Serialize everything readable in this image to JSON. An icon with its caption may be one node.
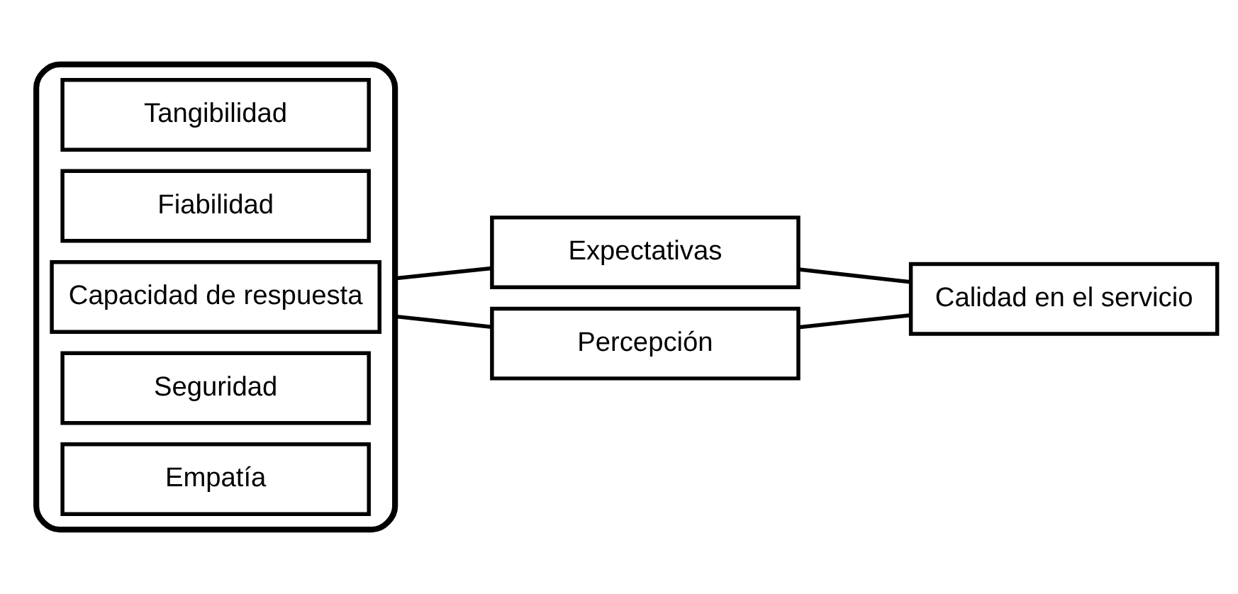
{
  "diagram": {
    "nodes": [
      {
        "text": [],
        "shape": "box"
      },
      {
        "text": [
          "Tangibilidad"
        ],
        "in": 0
      },
      {
        "text": [
          "Fiabilidad"
        ],
        "in": 0
      },
      {
        "text": [
          "Capacidad de respuesta"
        ],
        "in": 0
      },
      {
        "text": [
          "Seguridad"
        ],
        "in": 0
      },
      {
        "text": [
          "Empatía"
        ],
        "in": 0
      },
      {
        "text": [
          "Expectativas"
        ]
      },
      {
        "text": [
          "Percepción"
        ]
      },
      {
        "text": [
          "Calidad en el servicio"
        ]
      }
    ],
    "edges": [
      {
        "from": 0,
        "to": 6,
        "arrow": "none"
      },
      {
        "from": 0,
        "to": 7,
        "arrow": "none"
      },
      {
        "from": 6,
        "to": 8,
        "arrow": "none"
      },
      {
        "from": 7,
        "to": 8,
        "arrow": "none"
      }
    ]
  }
}
